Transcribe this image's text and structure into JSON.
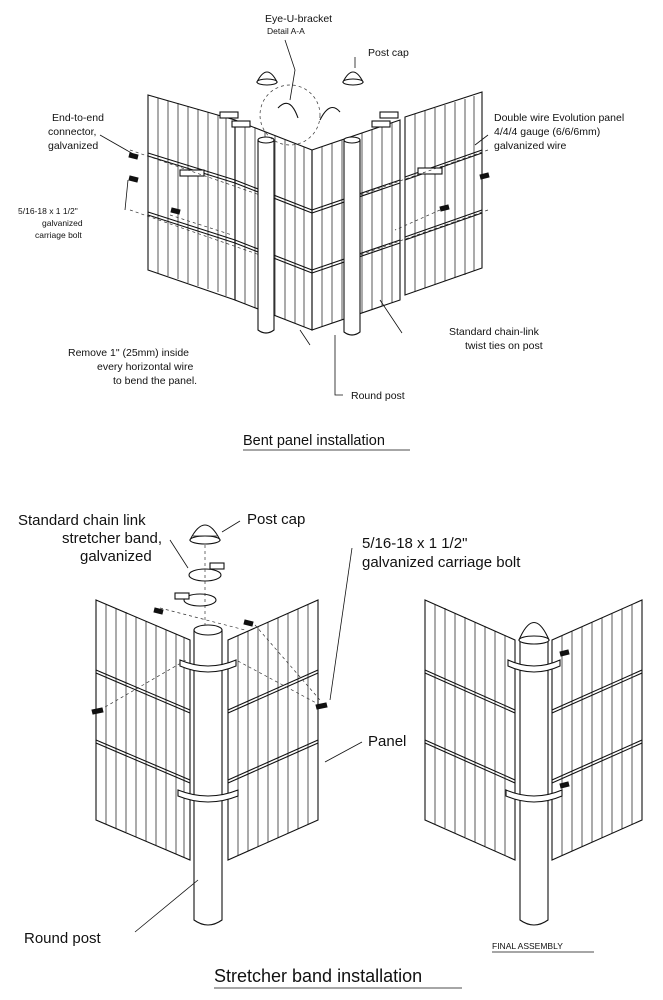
{
  "top": {
    "eye_u_bracket": "Eye-U-bracket",
    "detail": "Detail A-A",
    "post_cap": "Post cap",
    "end_connector": [
      "End-to-end",
      "connector,",
      "galvanized"
    ],
    "double_wire": [
      "Double wire Evolution panel",
      "4/4/4 gauge (6/6/6mm)",
      "galvanized wire"
    ],
    "bolt": [
      "5/16-18 x 1 1/2\"",
      "galvanized",
      "carriage bolt"
    ],
    "twist_ties": [
      "Standard chain-link",
      "twist ties on  post"
    ],
    "remove": [
      "Remove 1\" (25mm) inside",
      "every horizontal wire",
      "to bend the panel."
    ],
    "round_post": "Round post",
    "title": "Bent panel installation"
  },
  "bottom": {
    "stretcher_band": [
      "Standard chain link",
      "stretcher band,",
      "galvanized"
    ],
    "post_cap": "Post cap",
    "bolt": [
      "5/16-18 x 1 1/2\"",
      "galvanized carriage bolt"
    ],
    "panel": "Panel",
    "round_post": "Round post",
    "final_assembly": "FINAL ASSEMBLY",
    "title": "Stretcher band installation"
  }
}
